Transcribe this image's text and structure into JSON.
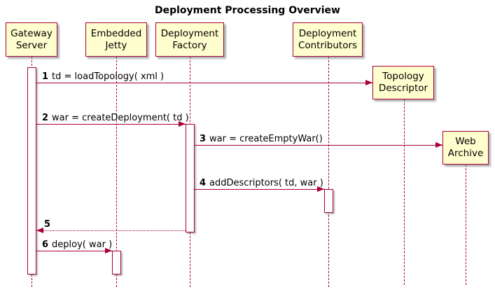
{
  "diagram": {
    "type": "sequence-diagram",
    "title": "Deployment Processing Overview"
  },
  "colors": {
    "participant_fill": "#FEFECE",
    "border": "#A80036",
    "arrow": "#A80036",
    "lifeline": "#A80036",
    "activation_fill": "#FFFFFF",
    "text": "#000000",
    "background": "#FFFFFF"
  },
  "participants": [
    {
      "label": "Gateway\nServer"
    },
    {
      "label": "Embedded\nJetty"
    },
    {
      "label": "Deployment\nFactory"
    },
    {
      "label": "Deployment\nContributors"
    },
    {
      "label": "Topology\nDescriptor"
    },
    {
      "label": "Web\nArchive"
    }
  ],
  "messages": [
    {
      "num": "1",
      "text": "td = loadTopology( xml )",
      "from": "Gateway Server",
      "to": "Topology Descriptor",
      "style": "solid"
    },
    {
      "num": "2",
      "text": "war = createDeployment( td )",
      "from": "Gateway Server",
      "to": "Deployment Factory",
      "style": "solid"
    },
    {
      "num": "3",
      "text": "war = createEmptyWar()",
      "from": "Deployment Factory",
      "to": "Web Archive",
      "style": "solid"
    },
    {
      "num": "4",
      "text": "addDescriptors( td, war )",
      "from": "Deployment Factory",
      "to": "Deployment Contributors",
      "style": "solid"
    },
    {
      "num": "5",
      "text": "",
      "from": "Deployment Factory",
      "to": "Gateway Server",
      "style": "dashed-return"
    },
    {
      "num": "6",
      "text": "deploy( war )",
      "from": "Gateway Server",
      "to": "Embedded Jetty",
      "style": "solid"
    }
  ]
}
